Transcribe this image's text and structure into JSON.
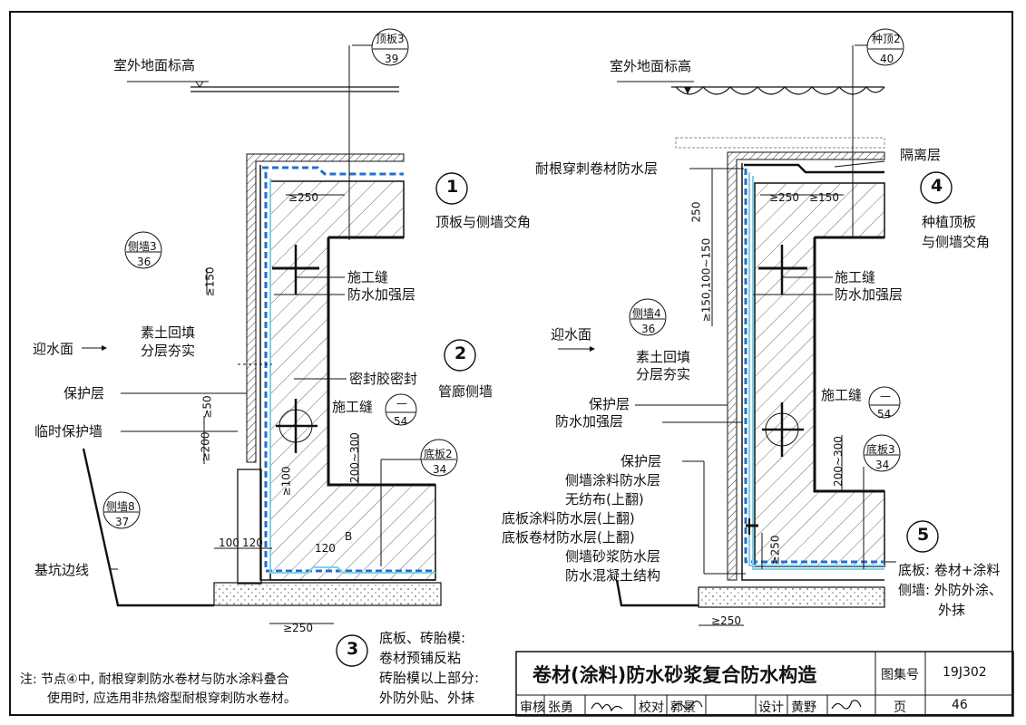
{
  "left": {
    "ground_label": "室外地面标高",
    "ref_top": {
      "code": "顶板3",
      "page": "39"
    },
    "node1": {
      "num": "1",
      "title": "顶板与侧墙交角"
    },
    "node2": {
      "num": "2",
      "title": "管廊侧墙"
    },
    "node3": {
      "num": "3",
      "lines": [
        "底板、砖胎模:",
        "卷材预铺反粘",
        "砖胎模以上部分:",
        "外防外贴、外抹"
      ]
    },
    "ref_side3": {
      "code": "侧墙3",
      "page": "36"
    },
    "ref_side8": {
      "code": "侧墙8",
      "page": "37"
    },
    "ref_bottom2": {
      "code": "底板2",
      "page": "34"
    },
    "ref_joint": {
      "code": "—",
      "page": "54"
    },
    "labels": {
      "construction_joint_1": "施工缝",
      "reinforce_layer": "防水加强层",
      "backfill_1": "素土回填",
      "backfill_2": "分层夯实",
      "water_face": "迎水面",
      "seal": "密封胶密封",
      "protect_layer": "保护层",
      "construction_joint_2": "施工缝",
      "temp_wall": "临时保护墙",
      "pit_edge": "基坑边线"
    },
    "dims": {
      "d250_top": "≥250",
      "d150": "≥150",
      "d50": "≥50",
      "d200": "≥200",
      "d200_300": "200~300",
      "d100v": "≥100",
      "d100": "100",
      "d120a": "120",
      "d120b": "120",
      "d250_bottom": "≥250",
      "b": "B"
    }
  },
  "right": {
    "ground_label": "室外地面标高",
    "ref_top": {
      "code": "种顶2",
      "page": "40"
    },
    "node4": {
      "num": "4",
      "title_lines": [
        "种植顶板",
        "与侧墙交角"
      ]
    },
    "node5": {
      "num": "5",
      "lines": [
        "底板: 卷材+涂料",
        "侧墙: 外防外涂、",
        "外抹"
      ]
    },
    "ref_side4": {
      "code": "侧墙4",
      "page": "36"
    },
    "ref_bottom3": {
      "code": "底板3",
      "page": "34"
    },
    "ref_joint": {
      "code": "—",
      "page": "54"
    },
    "labels": {
      "root_resist": "耐根穿刺卷材防水层",
      "isolation": "隔离层",
      "construction_joint_1": "施工缝",
      "reinforce_layer_1": "防水加强层",
      "water_face": "迎水面",
      "backfill_1": "素土回填",
      "backfill_2": "分层夯实",
      "protect_layer_1": "保护层",
      "reinforce_layer_2": "防水加强层",
      "construction_joint_2": "施工缝",
      "stack": [
        "保护层",
        "侧墙涂料防水层",
        "无纺布(上翻)",
        "底板涂料防水层(上翻)",
        "底板卷材防水层(上翻)",
        "侧墙砂浆防水层",
        "防水混凝土结构"
      ]
    },
    "dims": {
      "d250a": "≥250",
      "d150a": "≥150",
      "v250": "250",
      "v100_150": "≥150,100~150",
      "d200_300": "200~300",
      "d250v": "≥250",
      "d250_bottom": "≥250"
    }
  },
  "note": {
    "line1": "注: 节点④中, 耐根穿刺防水卷材与防水涂料叠合",
    "line2": "使用时, 应选用非热熔型耐根穿刺防水卷材。"
  },
  "title_block": {
    "title": "卷材(涂料)防水砂浆复合防水构造",
    "atlas_label": "图集号",
    "atlas_no": "19J302",
    "review_label": "审核",
    "reviewer": "张勇",
    "check_label": "校对",
    "checker": "郭景",
    "design_label": "设计",
    "designer": "黄野",
    "page_label": "页",
    "page_no": "46"
  }
}
